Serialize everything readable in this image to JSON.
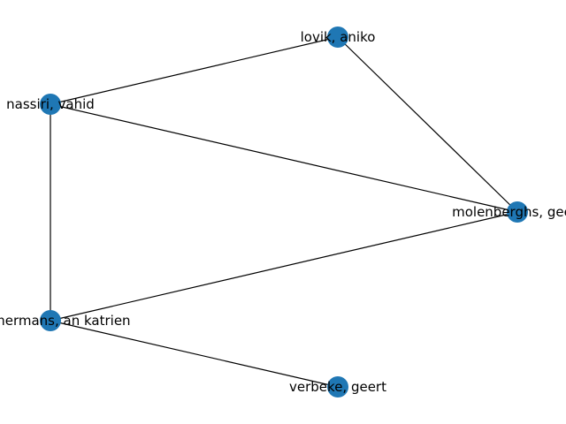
{
  "graph": {
    "node_color": "#1f77b4",
    "edge_color": "#000000",
    "nodes": [
      {
        "id": "lovik",
        "label": "lovik, aniko"
      },
      {
        "id": "nassiri",
        "label": "nassiri, vahid"
      },
      {
        "id": "molenberghs",
        "label": "molenberghs, geert"
      },
      {
        "id": "timmermans",
        "label": "timmermans, an katrien"
      },
      {
        "id": "verbeke",
        "label": "verbeke, geert"
      }
    ],
    "edges": [
      [
        "nassiri",
        "lovik"
      ],
      [
        "lovik",
        "molenberghs"
      ],
      [
        "nassiri",
        "molenberghs"
      ],
      [
        "nassiri",
        "timmermans"
      ],
      [
        "timmermans",
        "molenberghs"
      ],
      [
        "timmermans",
        "verbeke"
      ]
    ]
  }
}
